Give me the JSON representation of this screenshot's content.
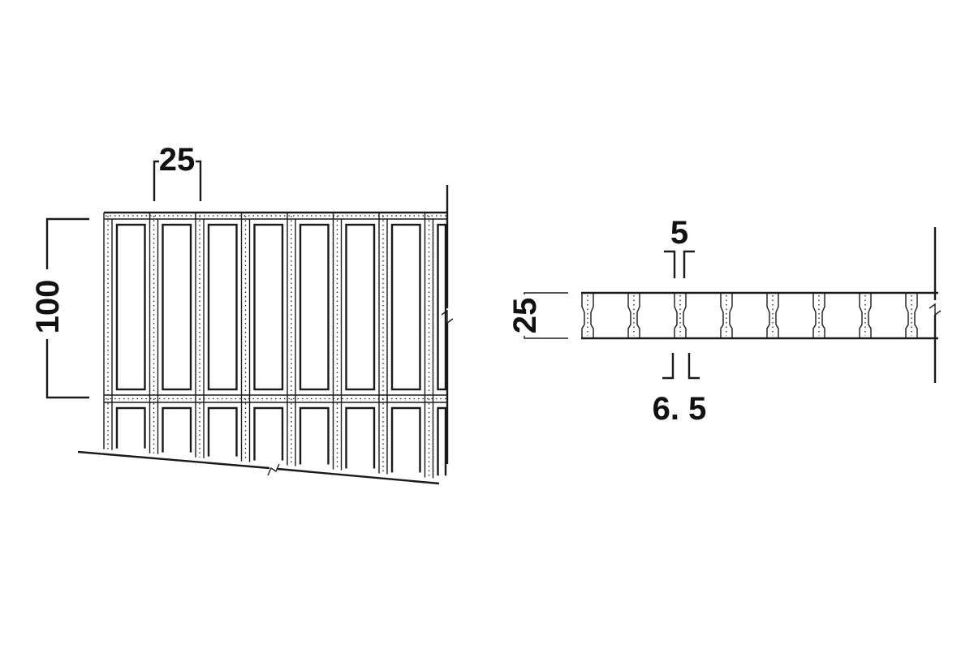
{
  "plan_view": {
    "pitch_label": "25",
    "depth_label": "100",
    "bar_columns": 8
  },
  "section_view": {
    "bar_thickness_label": "5",
    "height_label": "25",
    "bottom_thickness_label": "6. 5",
    "bar_count": 8
  },
  "colors": {
    "line": "#1a1a1a",
    "background": "#ffffff"
  }
}
